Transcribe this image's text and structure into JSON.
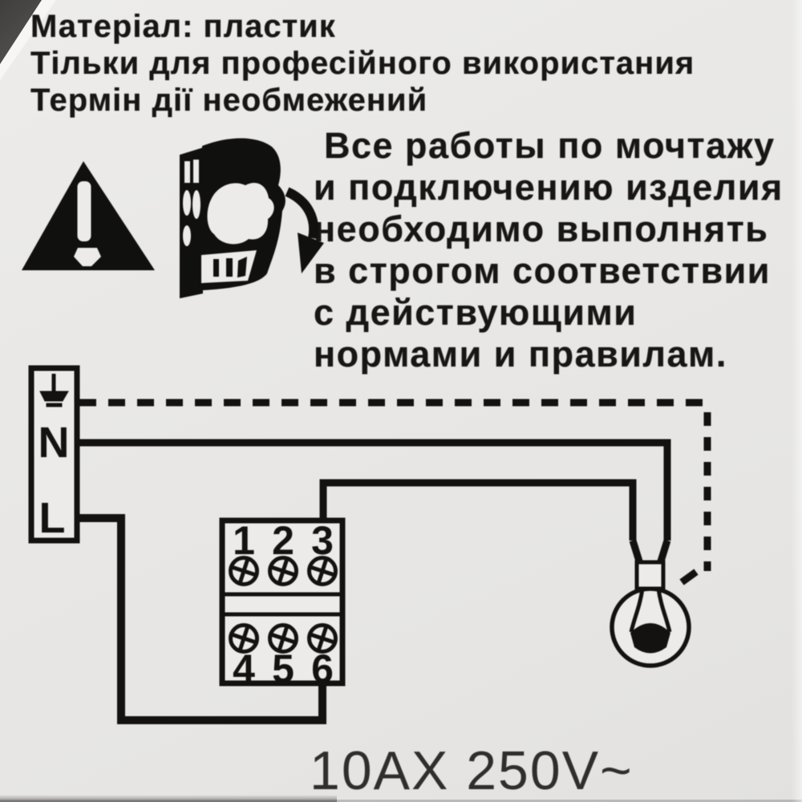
{
  "header": {
    "lines": [
      "Матеріал: пластик",
      "Тільки для професійного використания",
      "Термін дії необмежений"
    ]
  },
  "warning_text": {
    "lines": [
      "Все работы по мочтажу",
      "и подключению изделия",
      "необходимо выполнять",
      "в строгом соответствии",
      "с действующими",
      "нормами и правилам."
    ]
  },
  "wiring_diagram": {
    "supply_block": {
      "earth_icon": "earth-ground-icon",
      "neutral_label": "N",
      "live_label": "L"
    },
    "terminal_block": {
      "top_numbers": [
        "1",
        "2",
        "3"
      ],
      "bottom_numbers": [
        "4",
        "5",
        "6"
      ],
      "screw_icon": "screw-terminal-icon"
    },
    "load_icon": "lamp-bulb-icon",
    "earth_wire_style": "dashed",
    "neutral_and_live_wire_style": "solid"
  },
  "safety_icons": {
    "warning": "warning-triangle-icon",
    "installation": "mounting-hand-icon",
    "rotation": "rotate-down-arrow-icon"
  },
  "rating_label": "10AX 250V~",
  "colors": {
    "paper": "#e8e7e5",
    "ink": "#171615",
    "rating_ink": "#2f2e2d",
    "scan_corner_shadow": "#4b4a48"
  }
}
